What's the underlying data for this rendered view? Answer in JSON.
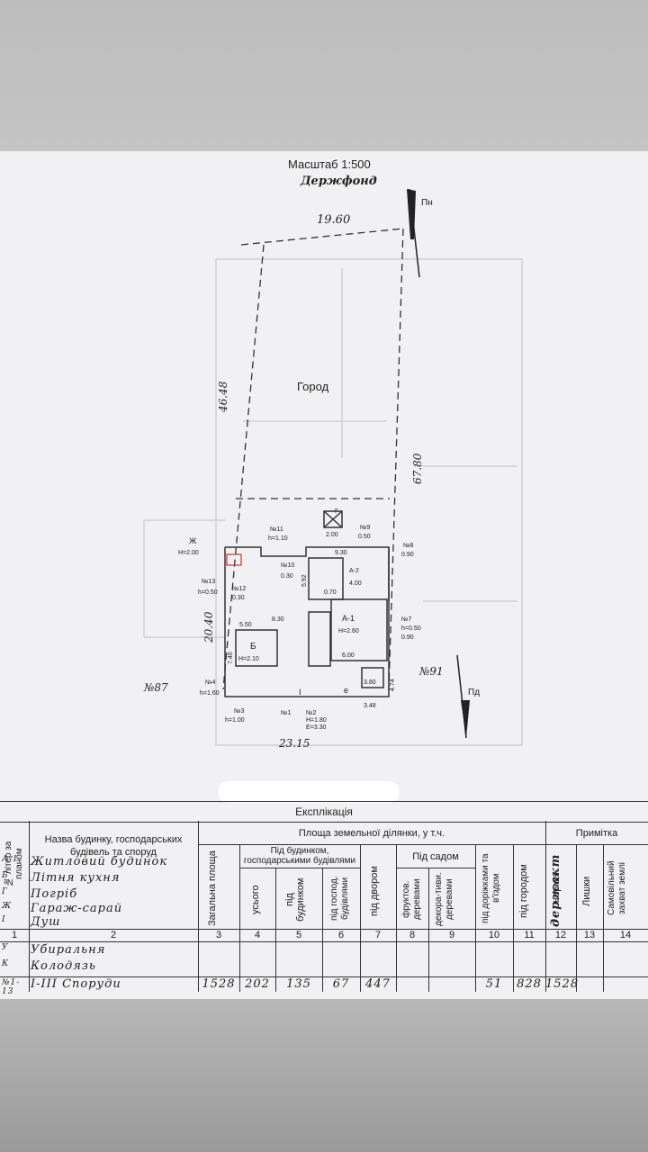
{
  "plan": {
    "scale": "Масштаб 1:500",
    "owner": "Держфонд",
    "north": "Пн",
    "south": "Пд",
    "garden": "Город",
    "dims": {
      "top": "19.60",
      "left": "46.48",
      "right": "67.80",
      "bottom": "23.15",
      "side_left": "20.40",
      "house_w": "5.50",
      "d1": "8.30",
      "d2": "9.30",
      "d3": "6.00",
      "d4": "3.48",
      "d5": "4.74",
      "d6": "7.40",
      "d7": "5.92"
    },
    "neighbors": {
      "left": "№87",
      "right": "№91"
    },
    "labels": {
      "b": "Б",
      "b_h": "Н=2.10",
      "a": "А-1",
      "a_h": "Н=2.60",
      "w11": "№11",
      "w11h": "h=1.10",
      "w10": "№10",
      "w10h": "0.30",
      "w9": "№9",
      "w9h": "0.50",
      "w8": "№8",
      "w8h": "0.90",
      "w7": "№7",
      "w7h": "h=0.50",
      "w6": "0.90",
      "w13": "№13",
      "w13h": "h=0.50",
      "w12": "№12",
      "w12h": "0.30",
      "zh": "Ж",
      "zh_h": "Н=2.00",
      "w4": "№4",
      "w4h": "h=1.60",
      "w3": "№3",
      "w3h": "h=1.00",
      "w1": "№1",
      "w2": "№2",
      "w2h": "Н=1.80",
      "w2e": "Е=3.30",
      "g1": "Г",
      "g1h": "2.00",
      "a2": "А-2",
      "a2h": "4.00",
      "ar": "0.70",
      "bh": "3.80",
      "i": "І",
      "e": "е"
    }
  },
  "table": {
    "title": "Експлікація",
    "col_no": "№ літер за планом",
    "col_name": "Назва будинку, господарських будівель та споруд",
    "col_area_group": "Площа земельної ділянки, у т.ч.",
    "col_note": "Примітка",
    "col_total": "Загальна площа",
    "col_under_group": "Під будинком, господарськими будівлями",
    "col_all": "усього",
    "col_house": "під будинком",
    "col_out": "під господ. будівлями",
    "col_yard": "під двором",
    "col_garden_group": "Під садом",
    "col_fruit": "фруктов. деревами",
    "col_decor": "декора-тиви. деревами",
    "col_paths": "під доріжками та в'їздом",
    "col_veg": "під городом",
    "col_norm": "норма",
    "col_excess": "Лишки",
    "col_seize": "Самовільний захват землі",
    "num_row": [
      "1",
      "2",
      "3",
      "4",
      "5",
      "6",
      "7",
      "8",
      "9",
      "10",
      "11",
      "12",
      "13",
      "14"
    ],
    "rows": [
      {
        "no": "А-1",
        "name": "Житловий будинок"
      },
      {
        "no": "Б",
        "name": "Літня кухня"
      },
      {
        "no": "Г",
        "name": "Погріб"
      },
      {
        "no": "Ж",
        "name": "Гараж-сарай"
      },
      {
        "no": "І",
        "name": "Душ"
      },
      {
        "no": "У",
        "name": "Убиральня"
      },
      {
        "no": "К",
        "name": "Колодязь"
      }
    ],
    "totals": {
      "no": "№1-13",
      "name": "I-III Споруди",
      "total": "1528",
      "all": "202",
      "house": "135",
      "out": "67",
      "yard": "447",
      "paths": "51",
      "veg": "828",
      "norm_val": "1528"
    },
    "norm_hand": "держакт"
  }
}
